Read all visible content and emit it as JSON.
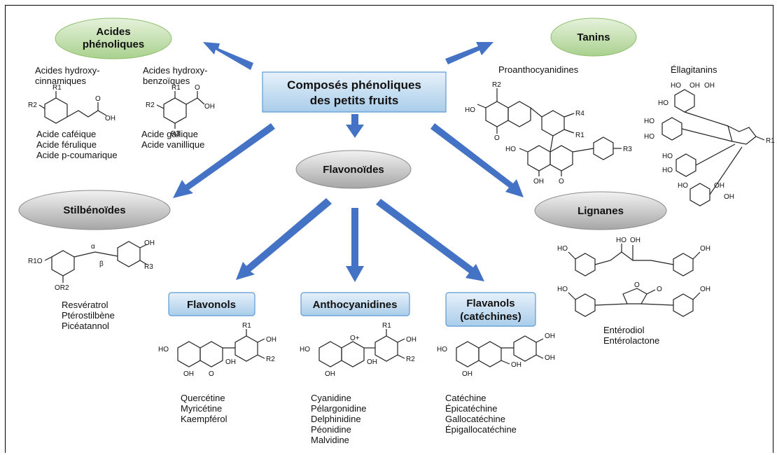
{
  "center": {
    "line1": "Composés phénoliques",
    "line2": "des petits fruits"
  },
  "acides": {
    "label_line1": "Acides",
    "label_line2": "phénoliques",
    "cinn_head1": "Acides hydroxy-",
    "cinn_head2": "cinnamiques",
    "benz_head1": "Acides hydroxy-",
    "benz_head2": "benzoïques",
    "cinn_items": [
      "Acide caféique",
      "Acide férulique",
      "Acide p-coumarique"
    ],
    "benz_items": [
      "Acide gallique",
      "Acide vanillique"
    ]
  },
  "tanins": {
    "label": "Tanins",
    "proantho": "Proanthocyanidines",
    "ellagi": "Éllagitanins"
  },
  "flavonoides": {
    "label": "Flavonoïdes"
  },
  "stilbenoides": {
    "label": "Stilbénoïdes",
    "items": [
      "Resvératrol",
      "Ptérostilbène",
      "Picéatannol"
    ]
  },
  "lignanes": {
    "label": "Lignanes",
    "items": [
      "Entérodiol",
      "Entérolactone"
    ]
  },
  "flavonols": {
    "label": "Flavonols",
    "items": [
      "Quercétine",
      "Myricétine",
      "Kaempférol"
    ]
  },
  "anthocyanidines": {
    "label": "Anthocyanidines",
    "items": [
      "Cyanidine",
      "Pélargonidine",
      "Delphinidine",
      "Péonidine",
      "Malvidine"
    ]
  },
  "flavanols": {
    "label_line1": "Flavanols",
    "label_line2": "(catéchines)",
    "items": [
      "Catéchine",
      "Épicatéchine",
      "Gallocatéchine",
      "Épigallocatéchine"
    ]
  },
  "chem": {
    "R1": "R1",
    "R2": "R2",
    "R3": "R3",
    "R4": "R4",
    "OH": "OH",
    "HO": "HO",
    "O": "O",
    "Oplus": "O+",
    "R1O": "R1O",
    "OR2": "OR2",
    "alpha": "α",
    "beta": "β"
  },
  "colors": {
    "arrow": "#4472c4",
    "green": "#a9d18e",
    "gray": "#bfbfbf",
    "blue_box": "#bdd7ee",
    "blue_border": "#5b9bd5"
  }
}
